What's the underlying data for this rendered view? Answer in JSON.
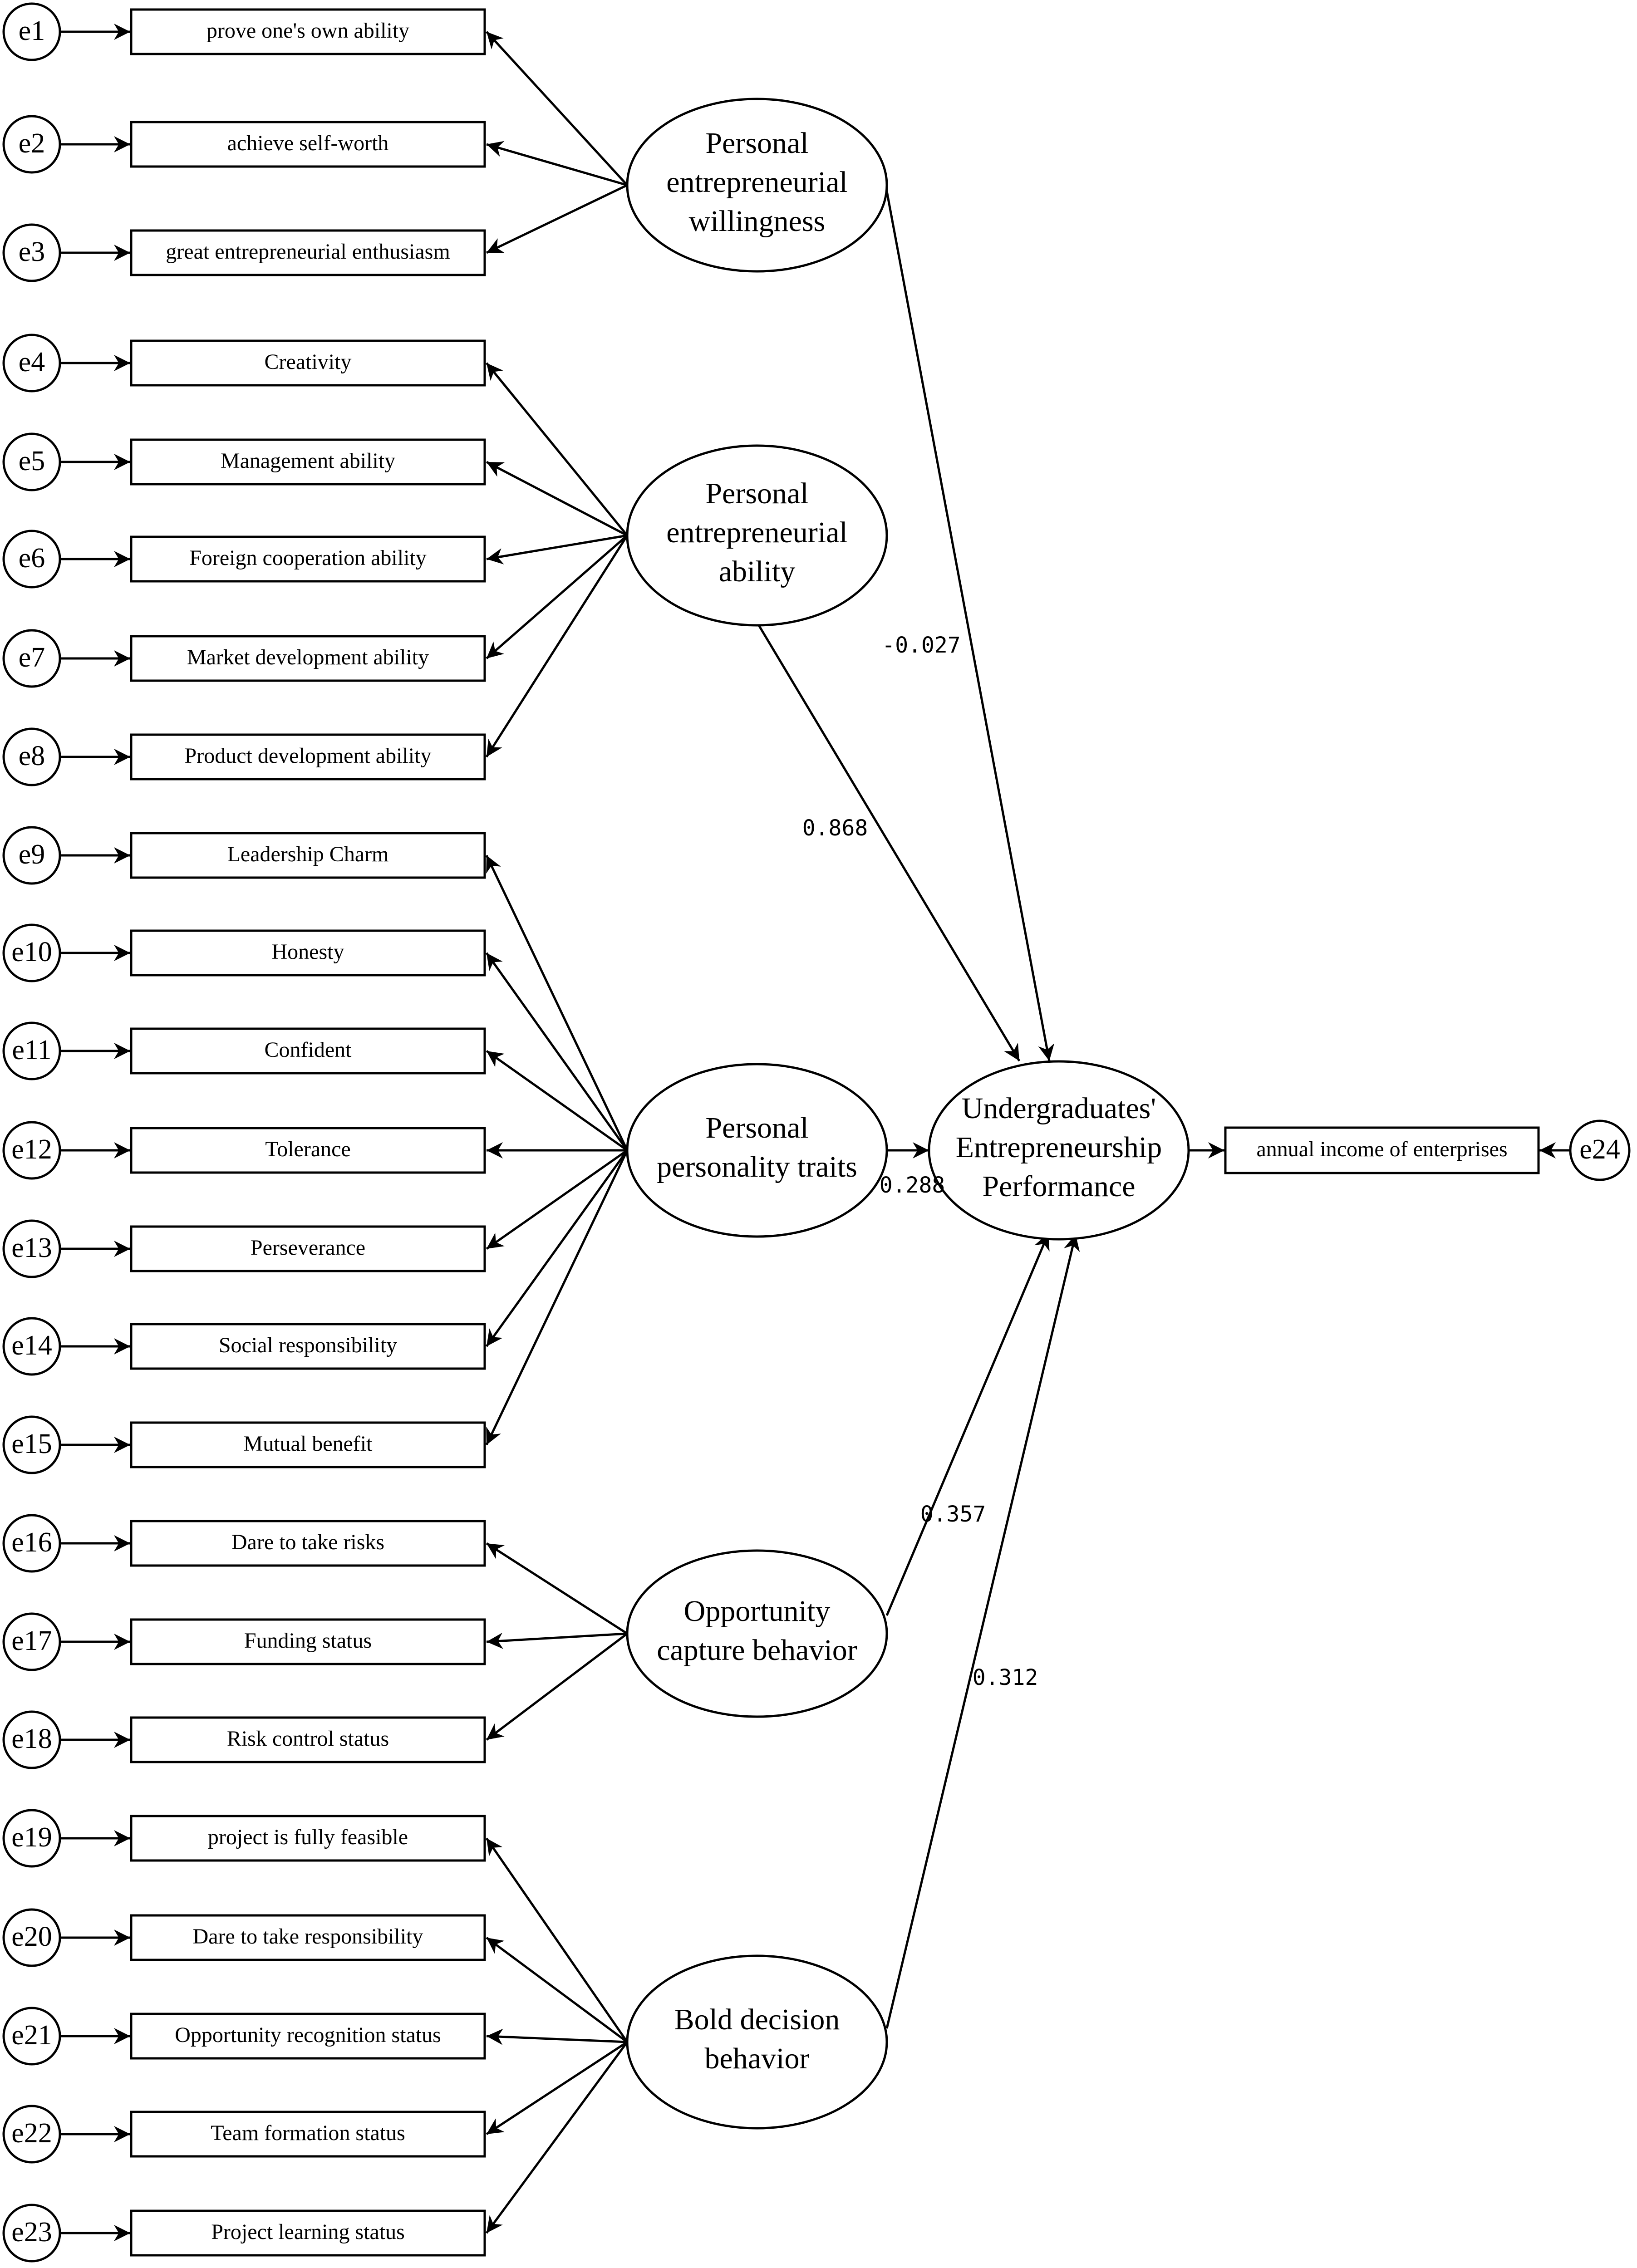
{
  "errors": [
    "e1",
    "e2",
    "e3",
    "e4",
    "e5",
    "e6",
    "e7",
    "e8",
    "e9",
    "e10",
    "e11",
    "e12",
    "e13",
    "e14",
    "e15",
    "e16",
    "e17",
    "e18",
    "e19",
    "e20",
    "e21",
    "e22",
    "e23"
  ],
  "indicators": [
    "prove one's own ability",
    "achieve self-worth",
    "great entrepreneurial enthusiasm",
    "Creativity",
    "Management ability",
    "Foreign cooperation ability",
    "Market development ability",
    "Product development ability",
    "Leadership Charm",
    "Honesty",
    "Confident",
    "Tolerance",
    "Perseverance",
    "Social responsibility",
    "Mutual benefit",
    "Dare to take risks",
    "Funding status",
    "Risk control status",
    "project is fully feasible",
    "Dare to take responsibility",
    "Opportunity recognition status",
    "Team formation status",
    "Project learning status"
  ],
  "latents": [
    {
      "lines": [
        "Personal",
        "entrepreneurial",
        "willingness"
      ]
    },
    {
      "lines": [
        "Personal",
        "entrepreneurial",
        "ability"
      ]
    },
    {
      "lines": [
        "Personal",
        "personality traits"
      ]
    },
    {
      "lines": [
        "Opportunity",
        "capture behavior"
      ]
    },
    {
      "lines": [
        "Bold decision",
        "behavior"
      ]
    }
  ],
  "outcome": {
    "lines": [
      "Undergraduates'",
      "Entrepreneurship",
      "Performance"
    ]
  },
  "output_indicator": "annual income of enterprises",
  "output_error": "e24",
  "path_coefficients": [
    "-0.027",
    "0.868",
    "0.288",
    "0.357",
    "0.312"
  ],
  "colors": {
    "stroke": "#000000",
    "background": "#ffffff"
  }
}
